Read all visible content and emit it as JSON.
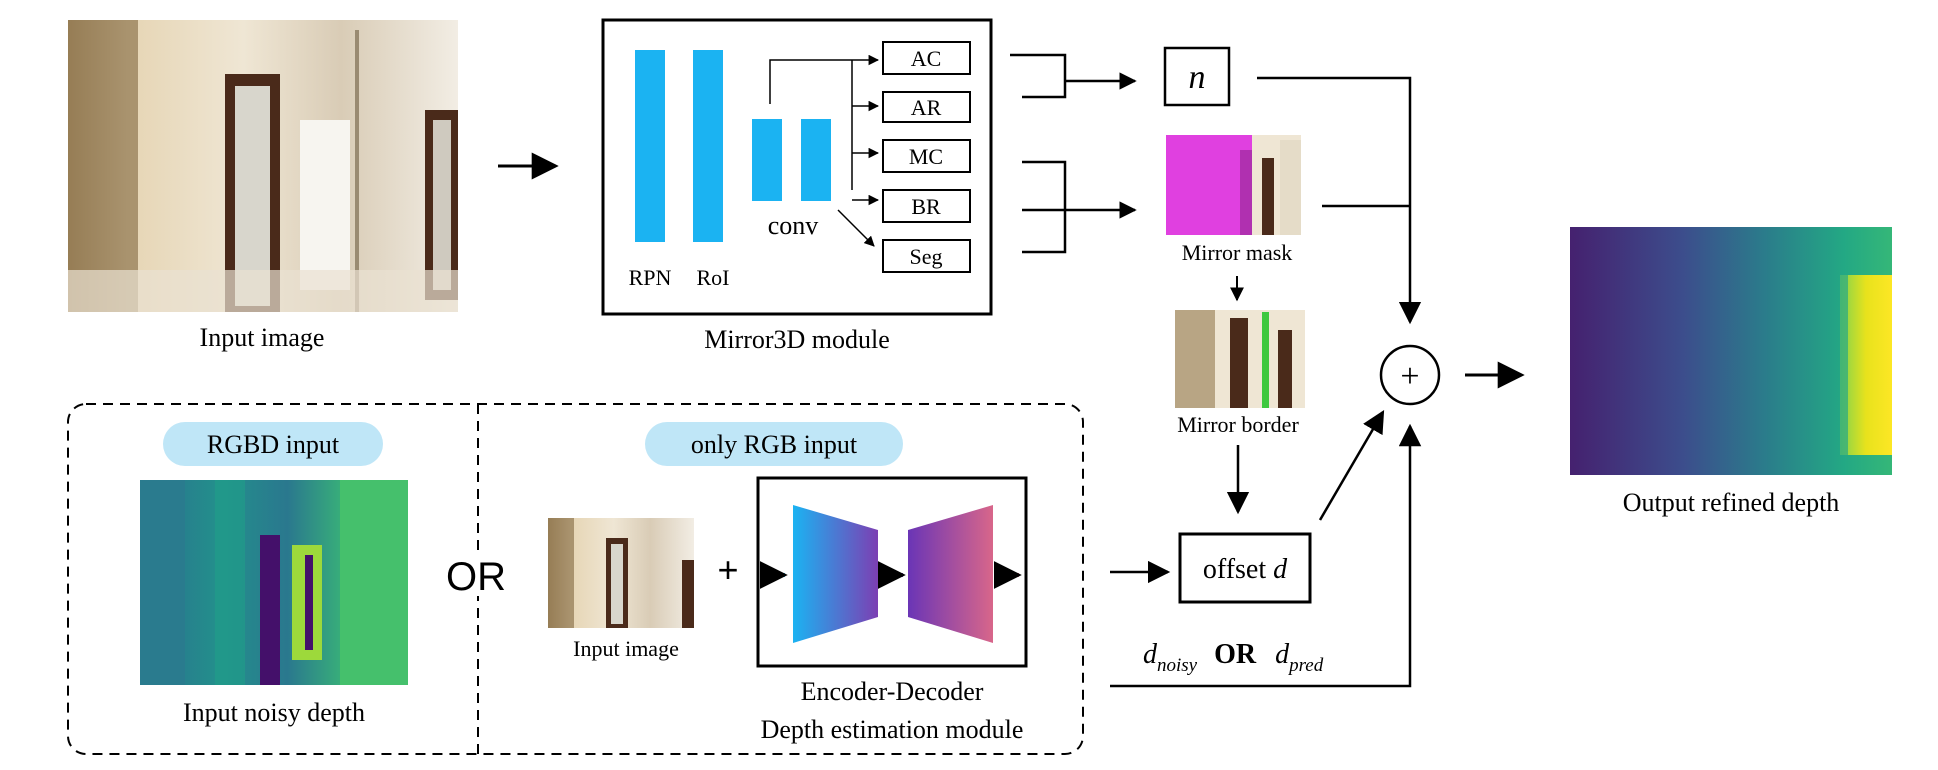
{
  "top": {
    "input_image_label": "Input image",
    "mirror3d_label": "Mirror3D module",
    "rpn_label": "RPN",
    "roi_label": "RoI",
    "conv_label": "conv",
    "heads": [
      "AC",
      "AR",
      "MC",
      "BR",
      "Seg"
    ],
    "normal_symbol": "n",
    "mirror_mask_label": "Mirror mask",
    "mirror_border_label": "Mirror border",
    "plus_symbol": "+",
    "output_label": "Output refined depth"
  },
  "bottom": {
    "rgbd_badge": "RGBD input",
    "rgb_badge": "only RGB input",
    "noisy_depth_label": "Input noisy depth",
    "or_label": "OR",
    "plus_label": "+",
    "small_input_label": "Input image",
    "encdec_label_1": "Encoder-Decoder",
    "encdec_label_2": "Depth estimation module",
    "offset_label": "offset",
    "offset_var": "d",
    "dnoisy_main": "d",
    "dnoisy_sub": "noisy",
    "or_mid": "OR",
    "dpred_main": "d",
    "dpred_sub": "pred"
  },
  "colors": {
    "cyan": "#1bb3f2",
    "badge_bg": "#bfe6f7",
    "magenta": "#e040e0",
    "green_border": "#3ec83e"
  }
}
